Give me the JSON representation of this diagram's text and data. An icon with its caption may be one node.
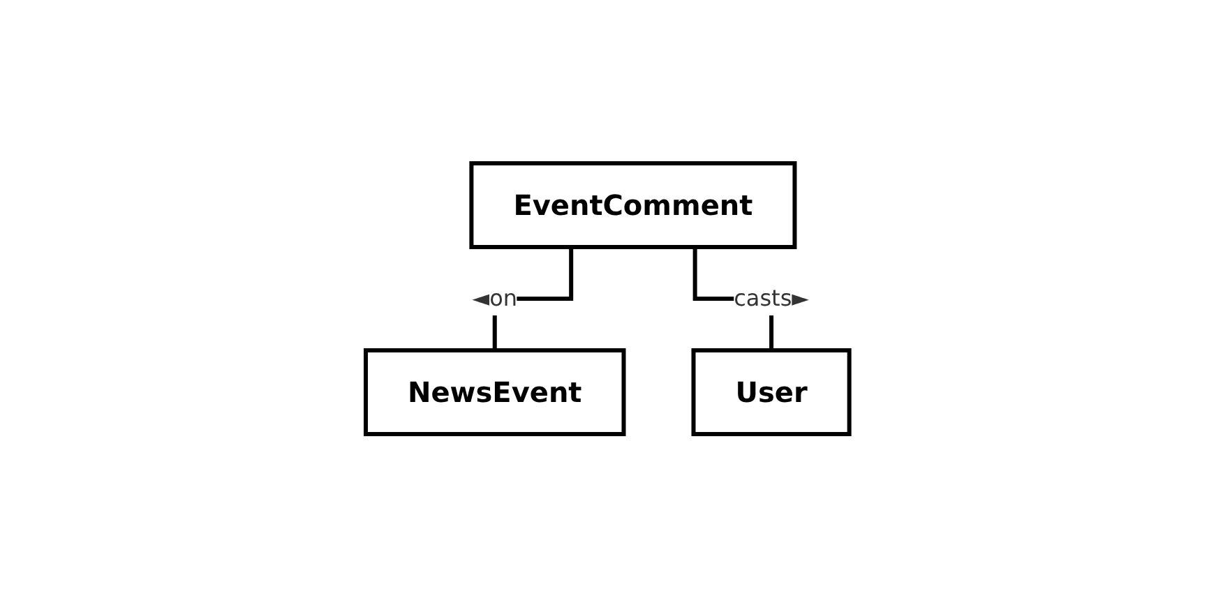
{
  "diagram": {
    "nodes": [
      {
        "text": [
          "EventComment"
        ]
      },
      {
        "text": [
          "NewsEvent"
        ]
      },
      {
        "text": [
          "User"
        ]
      }
    ],
    "edges": [
      {
        "from": 1,
        "to": 0,
        "arrow": "none",
        "label": "◄on"
      },
      {
        "from": 2,
        "to": 0,
        "arrow": "none",
        "label": "casts►"
      }
    ]
  }
}
